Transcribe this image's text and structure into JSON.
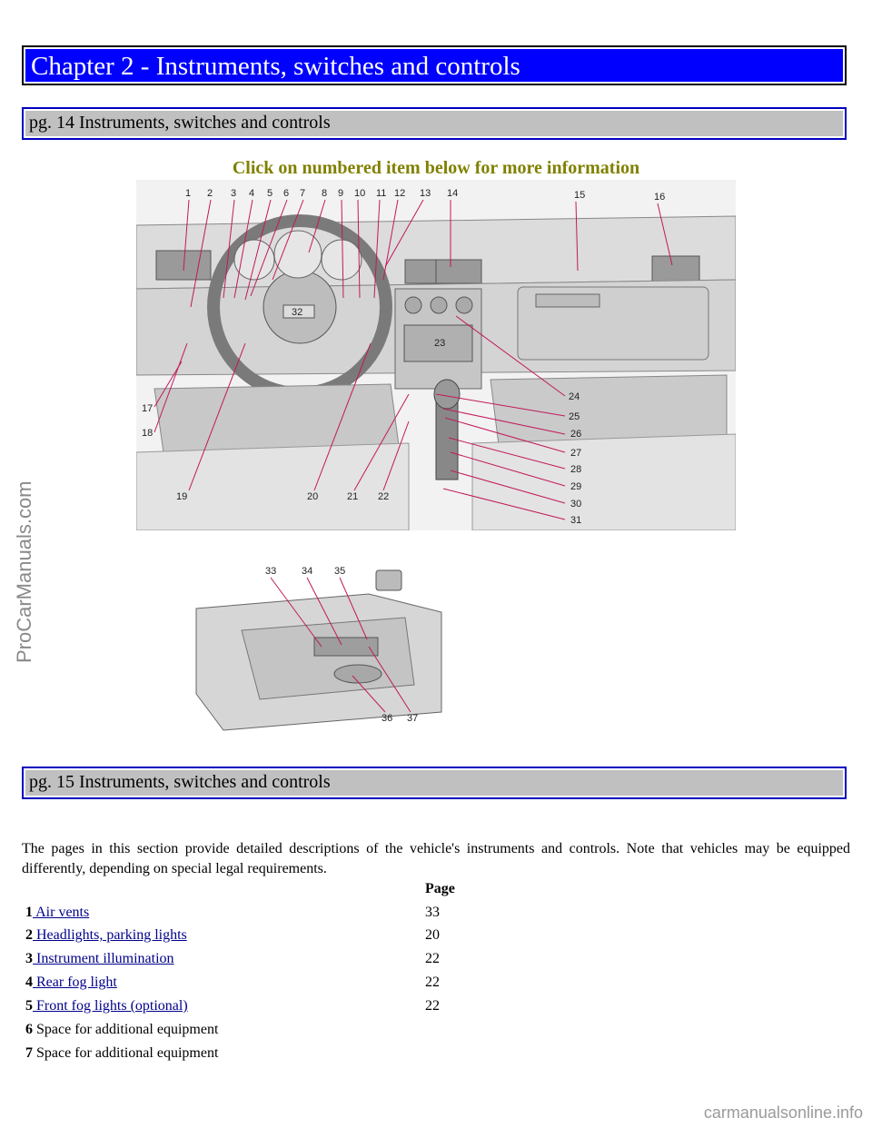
{
  "chapter_title": "Chapter 2 - Instruments, switches and controls",
  "page14_title": "pg. 14 Instruments, switches and controls",
  "click_note": "Click on numbered item below for more information",
  "dashboard_callouts": [
    "1",
    "2",
    "3",
    "4",
    "5",
    "6",
    "7",
    "8",
    "9",
    "10",
    "11",
    "12",
    "13",
    "14",
    "15",
    "16",
    "17",
    "18",
    "19",
    "20",
    "21",
    "22",
    "23",
    "24",
    "25",
    "26",
    "27",
    "28",
    "29",
    "30",
    "31",
    "32"
  ],
  "door_callouts": [
    "33",
    "34",
    "35",
    "36",
    "37"
  ],
  "page15_title": "pg. 15 Instruments, switches and controls",
  "intro": "The pages in this section provide detailed descriptions of the vehicle's instruments and controls. Note that vehicles may be equipped differently, depending on special legal requirements.",
  "page_column_header": "Page",
  "items": [
    {
      "num": "1",
      "label": " Air vents",
      "page": "33"
    },
    {
      "num": "2",
      "label": " Headlights, parking lights",
      "page": "20"
    },
    {
      "num": "3",
      "label": " Instrument illumination",
      "page": "22"
    },
    {
      "num": "4",
      "label": " Rear fog light",
      "page": "22"
    },
    {
      "num": "5",
      "label": " Front fog lights (optional)",
      "page": "22"
    },
    {
      "num": "6",
      "label": " Space for additional equipment",
      "page": ""
    },
    {
      "num": "7",
      "label": " Space for additional equipment",
      "page": ""
    }
  ],
  "watermark_side": "ProCarManuals.com",
  "watermark_foot": "carmanualsonline.info"
}
